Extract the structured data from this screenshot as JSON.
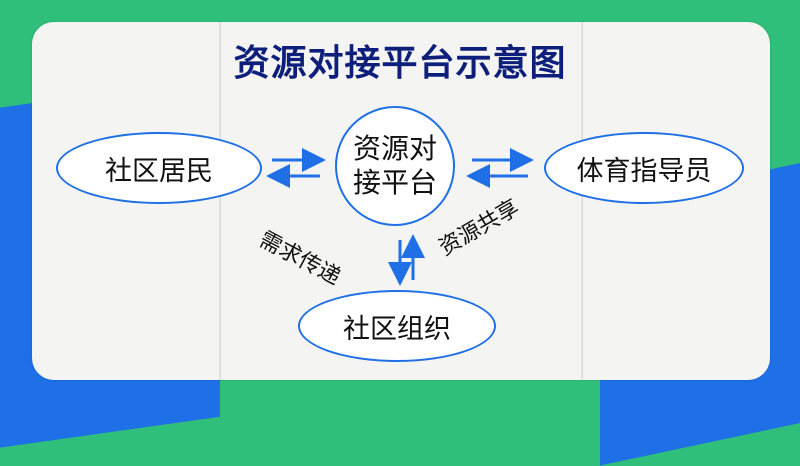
{
  "title": "资源对接平台示意图",
  "hub": {
    "line1": "资源对",
    "line2": "接平台"
  },
  "nodes": {
    "residents": "社区居民",
    "instructors": "体育指导员",
    "organizations": "社区组织"
  },
  "edge_labels": {
    "demand": "需求传递",
    "share": "资源共享"
  },
  "colors": {
    "accent": "#1f6fe6",
    "title": "#0d1f7a",
    "background_green": "#2fbf7a",
    "background_blue": "#1f6fe6"
  }
}
